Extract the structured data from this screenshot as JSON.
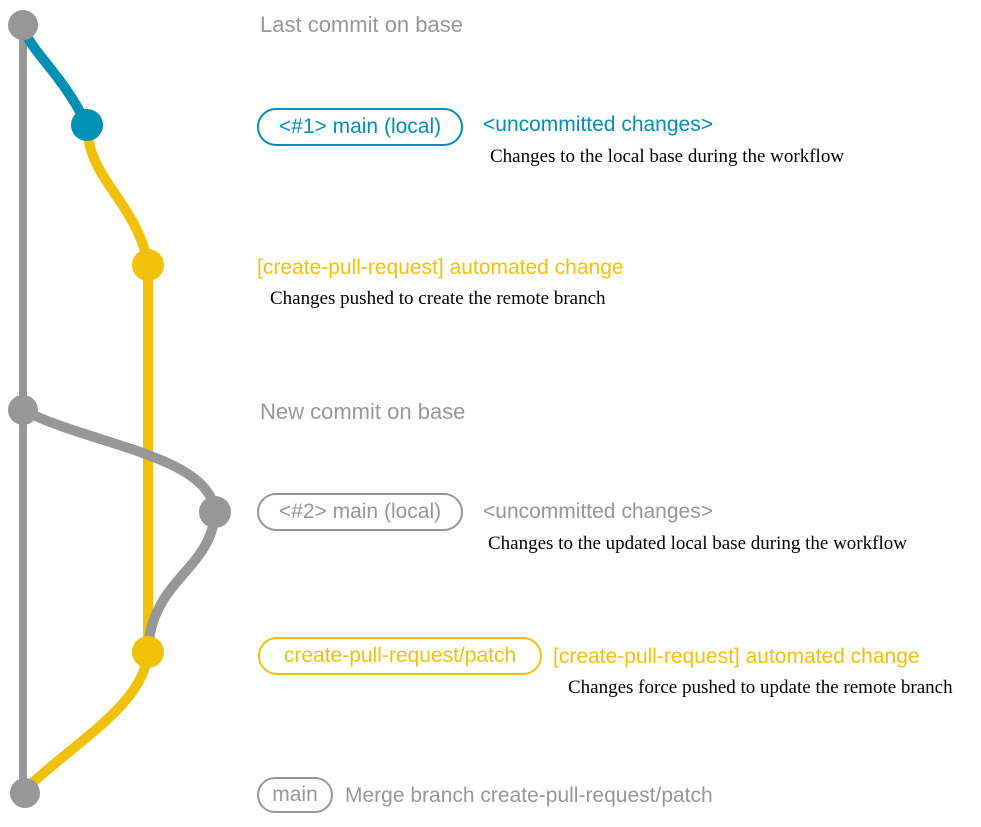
{
  "colors": {
    "base_gray": "#979797",
    "local_blue": "#008fb5",
    "patch_yellow": "#f1c109",
    "description_black": "#000000",
    "background": "#ffffff"
  },
  "graph": {
    "type": "git-graph",
    "branches": [
      {
        "name": "base",
        "color": "#979797"
      },
      {
        "name": "main (local)",
        "color": "#008fb5"
      },
      {
        "name": "create-pull-request/patch",
        "color": "#f1c109"
      }
    ]
  },
  "rows": {
    "last_commit": {
      "message": "Last commit on base"
    },
    "local1": {
      "label": "<#1> main (local)",
      "message": "<uncommitted changes>",
      "description": "Changes to the local base during the workflow"
    },
    "patch1": {
      "message": "[create-pull-request] automated change",
      "description": "Changes pushed to create the remote branch"
    },
    "new_commit": {
      "message": "New commit on base"
    },
    "local2": {
      "label": "<#2> main (local)",
      "message": "<uncommitted changes>",
      "description": "Changes to the updated local base during the workflow"
    },
    "patch2": {
      "label": "create-pull-request/patch",
      "message": "[create-pull-request] automated change",
      "description": "Changes force pushed to update the remote branch"
    },
    "merge": {
      "label": "main",
      "message": "Merge branch create-pull-request/patch"
    }
  }
}
